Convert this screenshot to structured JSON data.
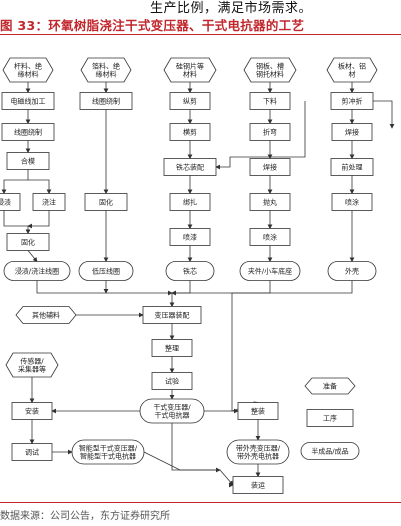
{
  "header": {
    "top_text": "生产比例，满足市场需求。",
    "figure_title": "图 33：环氧树脂浇注干式变压器、干式电抗器的工艺",
    "source": "数据来源：公司公告，东方证券研究所"
  },
  "diagram": {
    "nodes": {
      "n_mat_al": [
        "杆料、绝",
        "缘材料"
      ],
      "n_mat_foil": [
        "箔料、绝",
        "缘材料"
      ],
      "n_mat_si": [
        "硅钢片等",
        "材料"
      ],
      "n_mat_steel": [
        "钢板、槽",
        "钢托材料"
      ],
      "n_mat_plate": [
        "板材、铝",
        "材"
      ],
      "n_wire": [
        "电磁线加工"
      ],
      "n_foil_wind": [
        "线圈绕制"
      ],
      "n_cut": [
        "纵剪"
      ],
      "n_blank": [
        "下料"
      ],
      "n_punch": [
        "剪冲折"
      ],
      "n_coil_wind": [
        "线圈绕制"
      ],
      "n_cross": [
        "横剪"
      ],
      "n_bend": [
        "折弯"
      ],
      "n_weld2": [
        "焊接"
      ],
      "n_mold": [
        "合模"
      ],
      "n_stack": [
        "铁芯装配"
      ],
      "n_weld": [
        "焊接"
      ],
      "n_pretreat": [
        "前处理"
      ],
      "n_vac": [
        "浸渍"
      ],
      "n_pour": [
        "浇注"
      ],
      "n_cure_lv": [
        "固化"
      ],
      "n_bind": [
        "绑扎"
      ],
      "n_shot": [
        "抛丸"
      ],
      "n_paint2": [
        "喷涂"
      ],
      "n_cure": [
        "固化"
      ],
      "n_paint": [
        "喷漆"
      ],
      "n_paint3": [
        "喷涂"
      ],
      "n_coil_out": [
        "浸渍/浇注线圈"
      ],
      "n_lv_coil": [
        "低压线圈"
      ],
      "n_core": [
        "铁芯"
      ],
      "n_clamp": [
        "夹件/小车底座"
      ],
      "n_shell": [
        "外壳"
      ],
      "n_aux": [
        "其他辅料"
      ],
      "n_assemble": [
        "变压器装配"
      ],
      "n_adjust": [
        "整理"
      ],
      "n_test": [
        "试验"
      ],
      "n_sensor": [
        "传感器/",
        "采集器等"
      ],
      "n_install": [
        "安装"
      ],
      "n_dry": [
        "干式变压器/",
        "干式电抗器"
      ],
      "n_complete": [
        "整装"
      ],
      "n_debug": [
        "调试"
      ],
      "n_smart": [
        "智能型干式变压器/",
        "智能型干式电抗器"
      ],
      "n_shelled": [
        "带外壳变压器/",
        "带外壳电抗器"
      ],
      "n_ship": [
        "装运"
      ]
    },
    "legend": {
      "prep": "准备",
      "process": "工序",
      "product": "半成品/成品"
    }
  }
}
